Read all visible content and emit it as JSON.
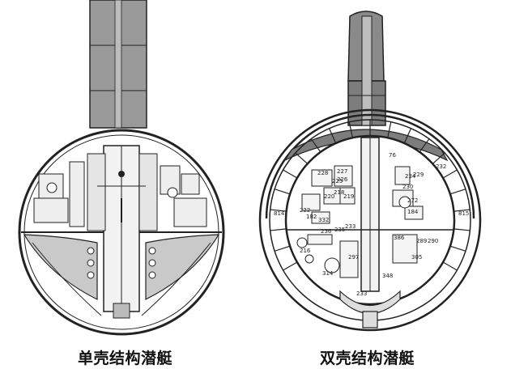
{
  "captions": {
    "single_hull": "单壳结构潜艇",
    "double_hull": "双壳结构潜艇"
  },
  "double_hull_labels": [
    "76",
    "232",
    "229",
    "228",
    "227",
    "226",
    "225",
    "218",
    "220",
    "219",
    "234",
    "230",
    "272",
    "222",
    "814",
    "815",
    "182",
    "332",
    "233",
    "289",
    "290",
    "235",
    "236",
    "216",
    "297",
    "386",
    "348",
    "305",
    "184",
    "233",
    "314"
  ],
  "colors": {
    "ink": "#222222",
    "shade": "#9a9a9a",
    "shade_dark": "#7d7d7d",
    "paper": "#ffffff"
  }
}
